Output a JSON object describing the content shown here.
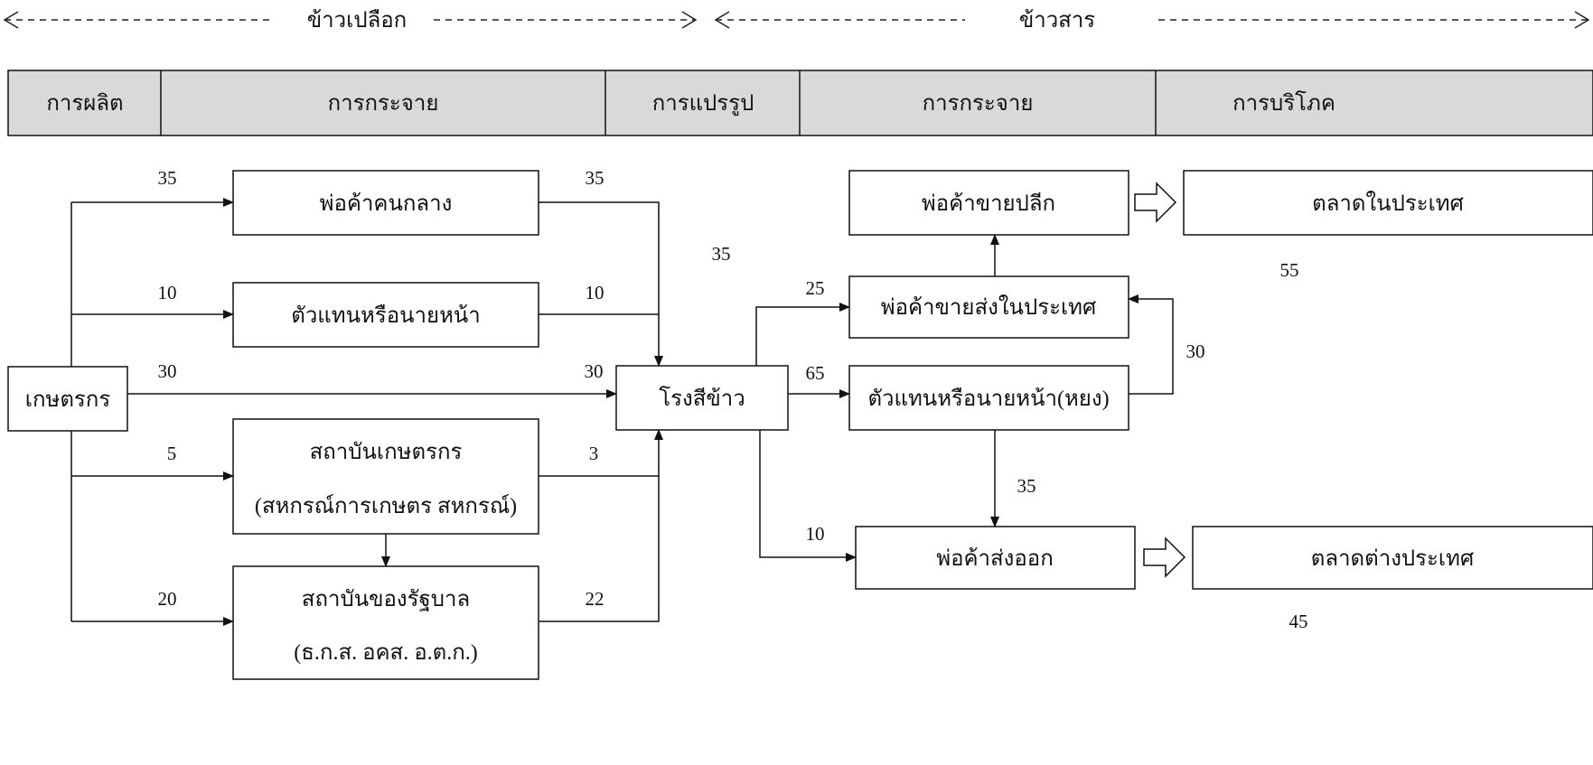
{
  "top_bands": {
    "paddy": "ข้าวเปลือก",
    "milled": "ข้าวสาร"
  },
  "stages": [
    "การผลิต",
    "การกระจาย",
    "การแปรรูป",
    "การกระจาย",
    "การบริโภค"
  ],
  "nodes": {
    "farmer": "เกษตรกร",
    "middleman": "พ่อค้าคนกลาง",
    "agent": "ตัวแทนหรือนายหน้า",
    "farmer_inst_1": "สถาบันเกษตรกร",
    "farmer_inst_2": "(สหกรณ์การเกษตร สหกรณ์)",
    "gov_inst_1": "สถาบันของรัฐบาล",
    "gov_inst_2": "(ธ.ก.ส. อคส. อ.ต.ก.)",
    "mill": "โรงสีข้าว",
    "retail": "พ่อค้าขายปลีก",
    "wholesale": "พ่อค้าขายส่งในประเทศ",
    "broker": "ตัวแทนหรือนายหน้า(หยง)",
    "exporter": "พ่อค้าส่งออก",
    "domestic_market": "ตลาดในประเทศ",
    "foreign_market": "ตลาดต่างประเทศ"
  },
  "flows": {
    "farmer_to_middleman": "35",
    "middleman_to_mill": "35",
    "farmer_to_agent": "10",
    "agent_to_mill": "10",
    "farmer_to_mill": "30",
    "direct_to_mill": "30",
    "farmer_to_inst": "5",
    "inst_to_mill": "3",
    "farmer_to_gov": "20",
    "gov_to_mill": "22",
    "mill_total": "35",
    "mill_to_wholesale": "25",
    "mill_to_broker": "65",
    "broker_to_wholesale": "30",
    "broker_to_exporter": "35",
    "mill_to_exporter": "10",
    "domestic_share": "55",
    "foreign_share": "45"
  }
}
